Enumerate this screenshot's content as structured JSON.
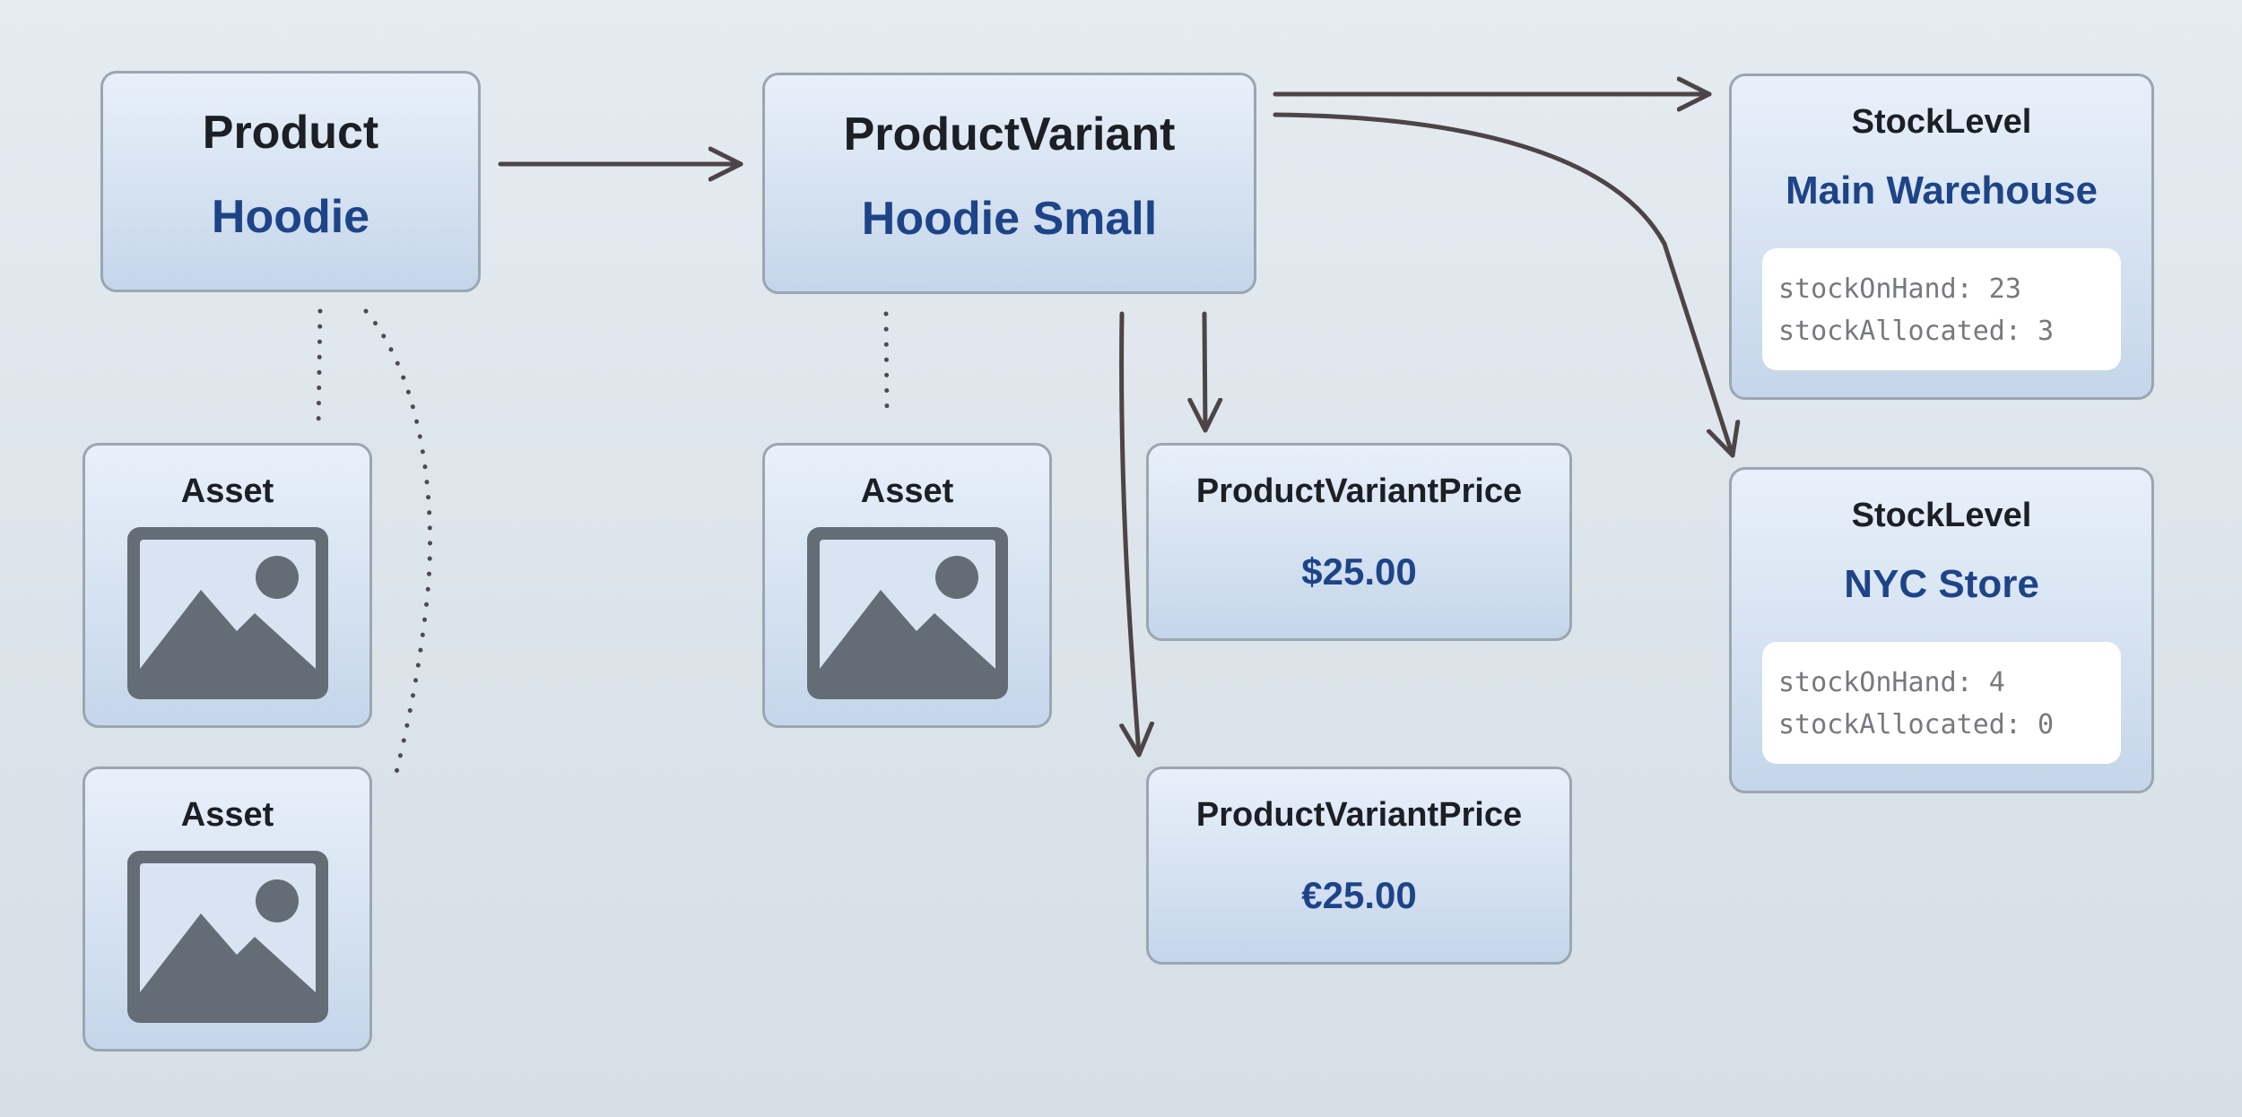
{
  "diagram": {
    "colors": {
      "background": "#dde5ec",
      "node_fill": "#d6e3f2",
      "node_border": "#9aa6b1",
      "type_text": "#1c1f24",
      "value_text": "#1e4488",
      "connector": "#4d4447",
      "icon": "#646c76"
    },
    "product": {
      "type": "Product",
      "value": "Hoodie"
    },
    "product_assets": [
      {
        "type": "Asset",
        "icon": "image-icon"
      },
      {
        "type": "Asset",
        "icon": "image-icon"
      }
    ],
    "variant": {
      "type": "ProductVariant",
      "value": "Hoodie Small"
    },
    "variant_asset": {
      "type": "Asset",
      "icon": "image-icon"
    },
    "prices": [
      {
        "type": "ProductVariantPrice",
        "value": "$25.00"
      },
      {
        "type": "ProductVariantPrice",
        "value": "€25.00"
      }
    ],
    "stock_levels": [
      {
        "type": "StockLevel",
        "location": "Main Warehouse",
        "stock_on_hand": "stockOnHand: 23",
        "stock_allocated": "stockAllocated: 3"
      },
      {
        "type": "StockLevel",
        "location": "NYC Store",
        "stock_on_hand": "stockOnHand: 4",
        "stock_allocated": "stockAllocated: 0"
      }
    ]
  }
}
